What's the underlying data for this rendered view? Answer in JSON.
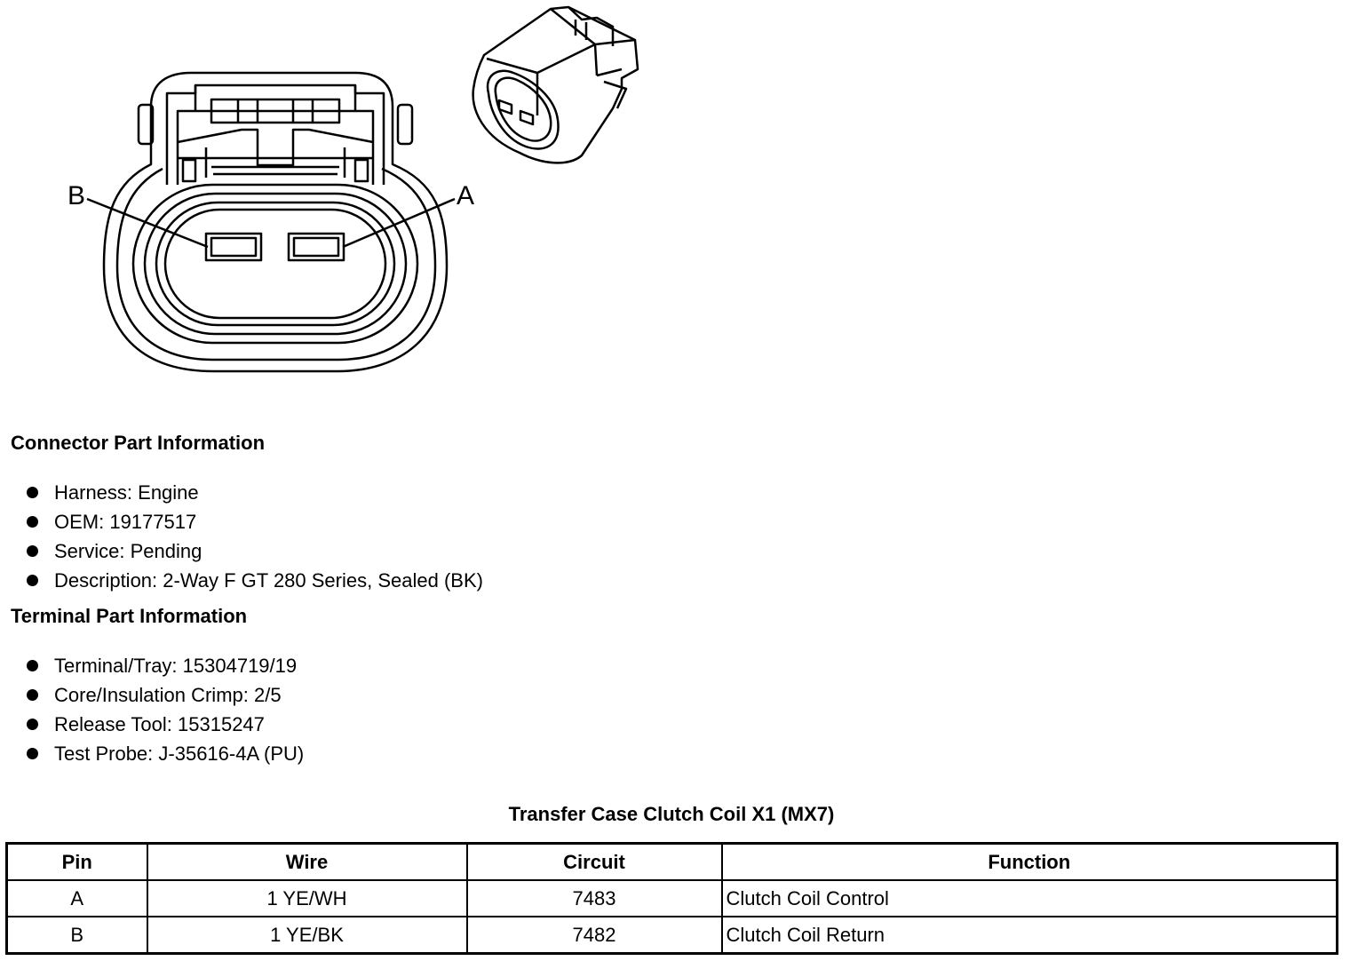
{
  "diagram": {
    "pin_labels": {
      "b": "B",
      "a": "A"
    }
  },
  "connector_section": {
    "heading": "Connector Part Information",
    "items": [
      "Harness: Engine",
      "OEM: 19177517",
      "Service: Pending",
      "Description: 2-Way F GT 280 Series, Sealed (BK)"
    ]
  },
  "terminal_section": {
    "heading": "Terminal Part Information",
    "items": [
      "Terminal/Tray: 15304719/19",
      "Core/Insulation Crimp: 2/5",
      "Release Tool: 15315247",
      "Test Probe: J-35616-4A (PU)"
    ]
  },
  "pin_table": {
    "title": "Transfer Case Clutch Coil X1 (MX7)",
    "headers": [
      "Pin",
      "Wire",
      "Circuit",
      "Function"
    ],
    "rows": [
      [
        "A",
        "1 YE/WH",
        "7483",
        "Clutch Coil Control"
      ],
      [
        "B",
        "1 YE/BK",
        "7482",
        "Clutch Coil Return"
      ]
    ]
  }
}
